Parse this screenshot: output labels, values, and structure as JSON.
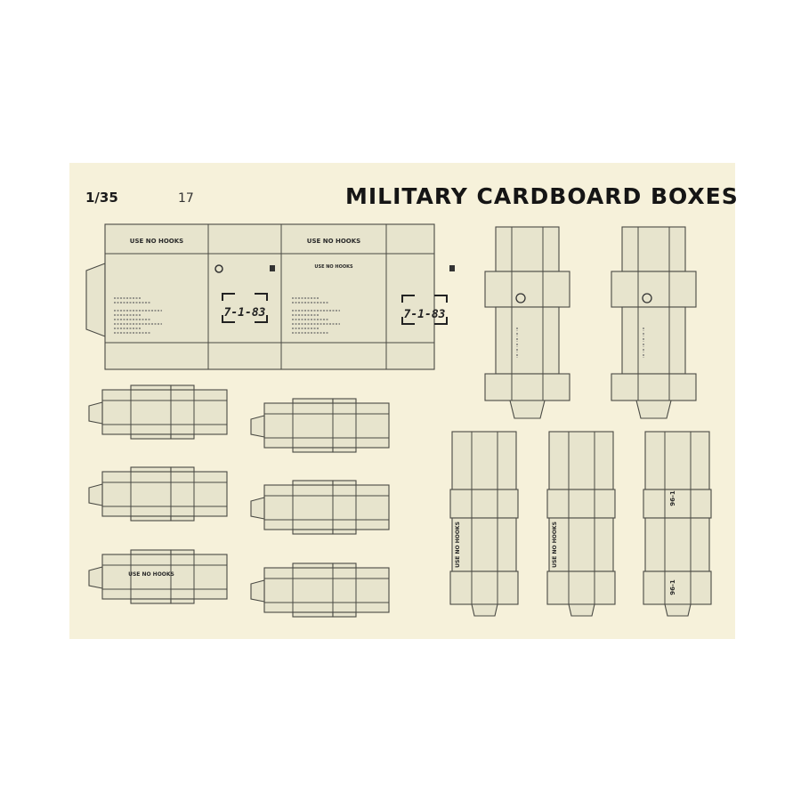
{
  "sheet": {
    "scale": "1/35",
    "page_number": "17",
    "title": "MILITARY CARDBOARD BOXES",
    "colors": {
      "paper": "#f6f1da",
      "box_fill": "#e7e4cd",
      "line": "#4a4a44"
    }
  },
  "large_box": {
    "labels": [
      "USE NO HOOKS",
      "USE NO HOOKS"
    ],
    "side_label": "USE NO HOOKS",
    "stamps": [
      "7-1-83",
      "7-1-83"
    ]
  },
  "small_box": {
    "label": "USE NO HOOKS"
  },
  "vertical_boxes": {
    "labels": [
      "USE NO HOOKS",
      "USE NO HOOKS"
    ],
    "codes": [
      "96-1",
      "96-1"
    ]
  }
}
